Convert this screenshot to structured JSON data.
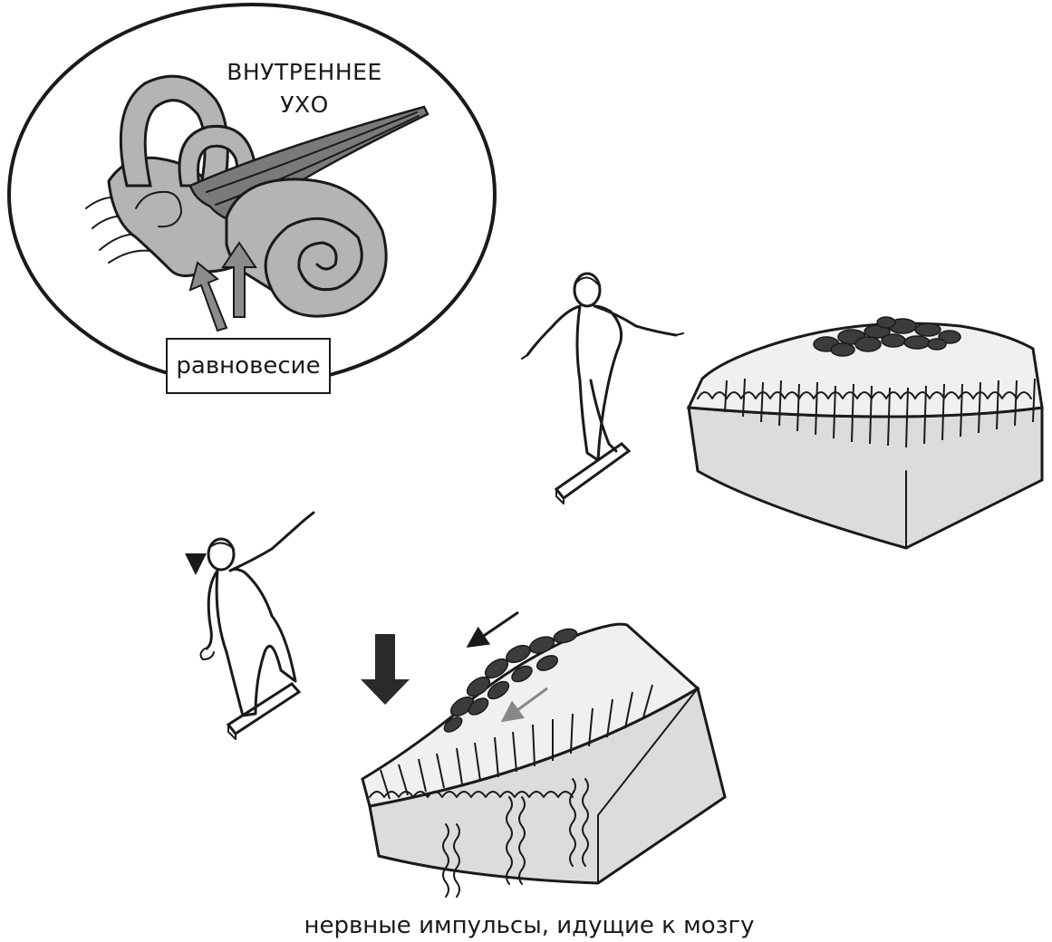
{
  "inner_ear_label": [
    "ВНУТРЕННЕЕ",
    "УХО"
  ],
  "balance_label": "равновесие",
  "caption": "нервные импульсы, идущие к мозгу",
  "colors": {
    "organ_gray": "#b4b4b4",
    "tissue_gray": "#dcdcdc",
    "otolith_dark": "#3c3c3c",
    "arrow_dark": "#2a2a2a",
    "outline": "#1a1a1a"
  }
}
